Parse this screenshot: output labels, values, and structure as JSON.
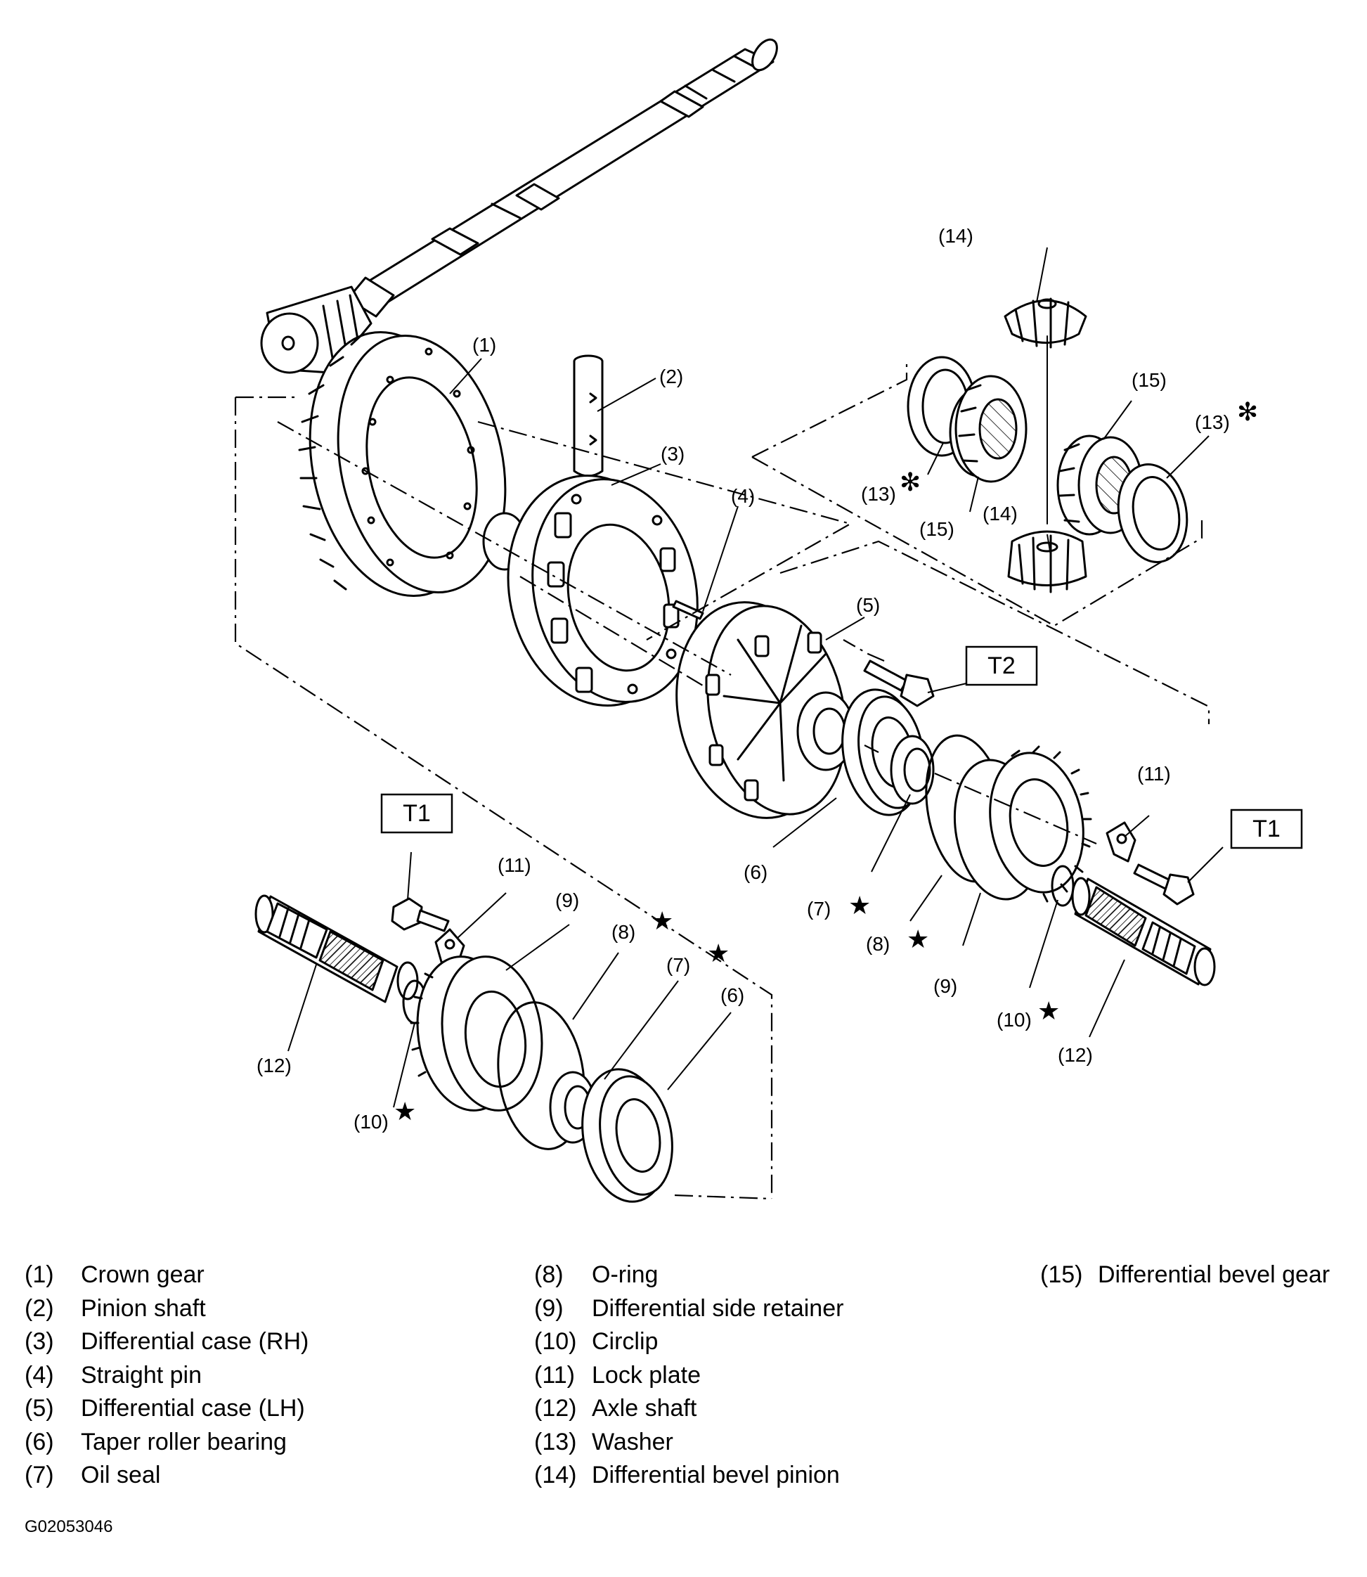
{
  "callouts": {
    "c1": "(1)",
    "c2": "(2)",
    "c3": "(3)",
    "c4": "(4)",
    "c5": "(5)",
    "c6a": "(6)",
    "c6b": "(6)",
    "c7a": "(7)",
    "c7b": "(7)",
    "c8a": "(8)",
    "c8b": "(8)",
    "c9a": "(9)",
    "c9b": "(9)",
    "c10a": "(10)",
    "c10b": "(10)",
    "c11a": "(11)",
    "c11b": "(11)",
    "c12a": "(12)",
    "c12b": "(12)",
    "c13a": "(13)",
    "c13b": "(13)",
    "c14a": "(14)",
    "c14b": "(14)",
    "c15a": "(15)",
    "c15b": "(15)"
  },
  "torque_labels": {
    "t1_left": "T1",
    "t1_right": "T1",
    "t2": "T2"
  },
  "legend": [
    {
      "num": "(1)",
      "name": "Crown gear"
    },
    {
      "num": "(2)",
      "name": "Pinion shaft"
    },
    {
      "num": "(3)",
      "name": "Differential case (RH)"
    },
    {
      "num": "(4)",
      "name": "Straight pin"
    },
    {
      "num": "(5)",
      "name": "Differential case (LH)"
    },
    {
      "num": "(6)",
      "name": "Taper roller bearing"
    },
    {
      "num": "(7)",
      "name": "Oil seal"
    },
    {
      "num": "(8)",
      "name": "O-ring"
    },
    {
      "num": "(9)",
      "name": "Differential side retainer"
    },
    {
      "num": "(10)",
      "name": "Circlip"
    },
    {
      "num": "(11)",
      "name": "Lock plate"
    },
    {
      "num": "(12)",
      "name": "Axle shaft"
    },
    {
      "num": "(13)",
      "name": "Washer"
    },
    {
      "num": "(14)",
      "name": "Differential bevel pinion"
    },
    {
      "num": "(15)",
      "name": "Differential bevel gear"
    }
  ],
  "figure_id": "G02053046"
}
